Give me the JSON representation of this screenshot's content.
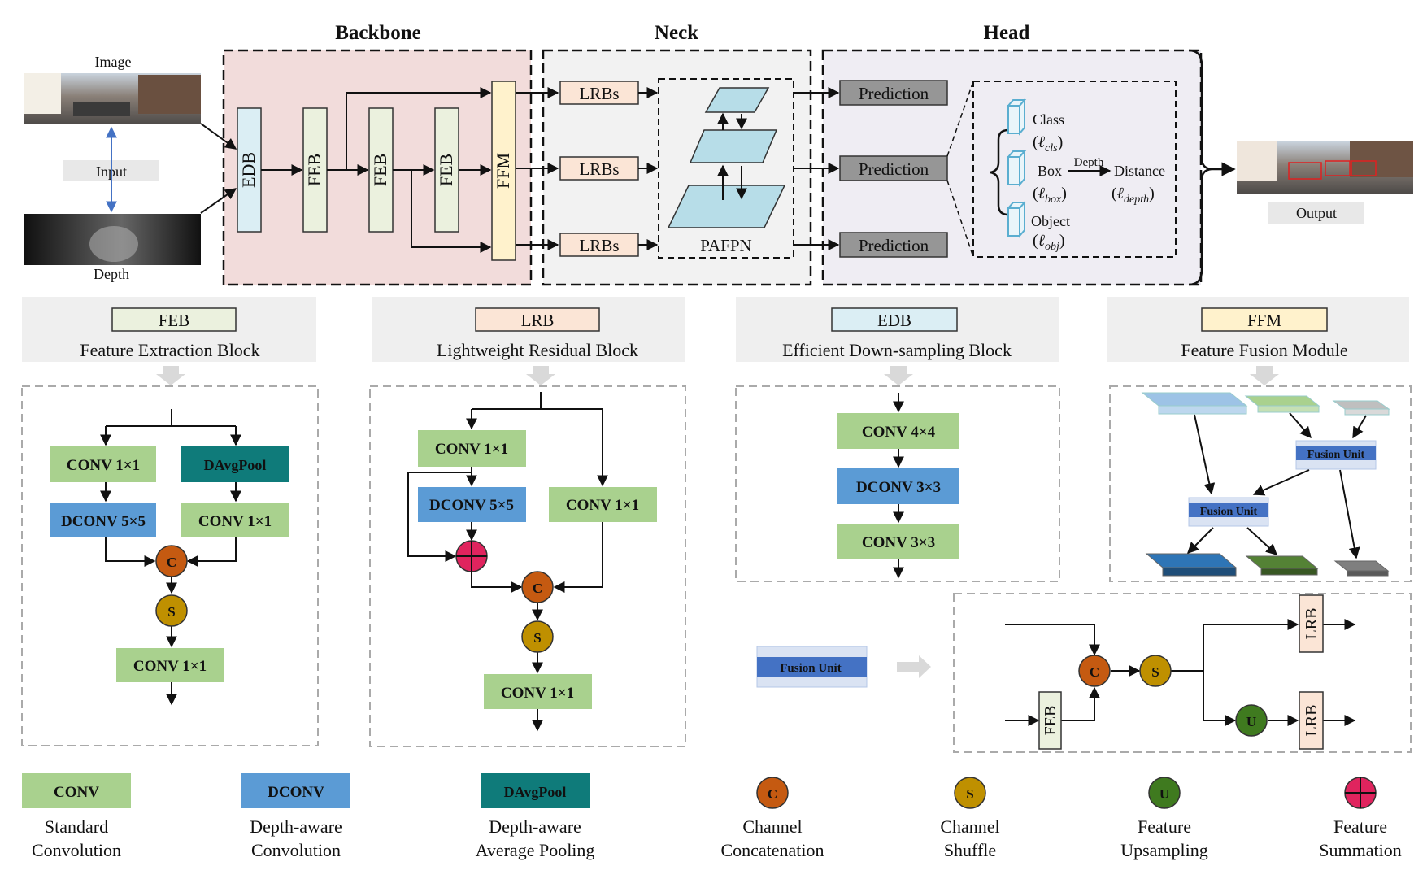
{
  "sections": {
    "backbone": "Backbone",
    "neck": "Neck",
    "head": "Head"
  },
  "input": {
    "image": "Image",
    "input": "Input",
    "depth": "Depth"
  },
  "output": "Output",
  "backbone_blocks": {
    "edb": "EDB",
    "feb": "FEB",
    "ffm": "FFM"
  },
  "neck": {
    "lrbs": "LRBs",
    "pafpn": "PAFPN"
  },
  "head": {
    "prediction": "Prediction",
    "class": "Class",
    "cls_sub": "cls",
    "box": "Box",
    "box_sub": "box",
    "object": "Object",
    "obj_sub": "obj",
    "depth": "Depth",
    "distance": "Distance",
    "depth_sub": "depth",
    "ell": "ℓ",
    "lp": "(",
    "rp": ")"
  },
  "modules": {
    "feb": {
      "tag": "FEB",
      "title": "Feature Extraction Block"
    },
    "lrb": {
      "tag": "LRB",
      "title": "Lightweight Residual Block"
    },
    "edb": {
      "tag": "EDB",
      "title": "Efficient Down-sampling Block"
    },
    "ffm": {
      "tag": "FFM",
      "title": "Feature Fusion Module"
    }
  },
  "ops": {
    "conv1": "CONV 1×1",
    "dconv5": "DCONV 5×5",
    "davgpool": "DAvgPool",
    "conv4": "CONV 4×4",
    "dconv3": "DCONV 3×3",
    "conv3": "CONV 3×3",
    "fusion_unit": "Fusion Unit",
    "lrb": "LRB",
    "feb": "FEB",
    "c": "C",
    "s": "S",
    "u": "U"
  },
  "legend": [
    {
      "label": "CONV",
      "l1": "Standard",
      "l2": "Convolution",
      "color": "#a9d18e"
    },
    {
      "label": "DCONV",
      "l1": "Depth-aware",
      "l2": "Convolution",
      "color": "#5b9bd5"
    },
    {
      "label": "DAvgPool",
      "l1": "Depth-aware",
      "l2": "Average Pooling",
      "color": "#0f7b7a"
    },
    {
      "label": "C",
      "l1": "Channel",
      "l2": "Concatenation",
      "color": "#c55a11"
    },
    {
      "label": "S",
      "l1": "Channel",
      "l2": "Shuffle",
      "color": "#bf9000"
    },
    {
      "label": "U",
      "l1": "Feature",
      "l2": "Upsampling",
      "color": "#3f7a1f"
    },
    {
      "label": "+",
      "l1": "Feature",
      "l2": "Summation",
      "color": "#e0245e"
    }
  ],
  "colors": {
    "conv": "#a9d18e",
    "dconv": "#5b9bd5",
    "davgpool": "#0f7b7a",
    "edb": "#dbeef4",
    "feb": "#ebf1de",
    "ffm": "#fff2cc",
    "lrb": "#fbe5d6",
    "backbone_bg": "#f2dcdb",
    "neck_bg": "#f2f2f2",
    "head_bg": "#efedf3",
    "prediction": "#969696"
  }
}
